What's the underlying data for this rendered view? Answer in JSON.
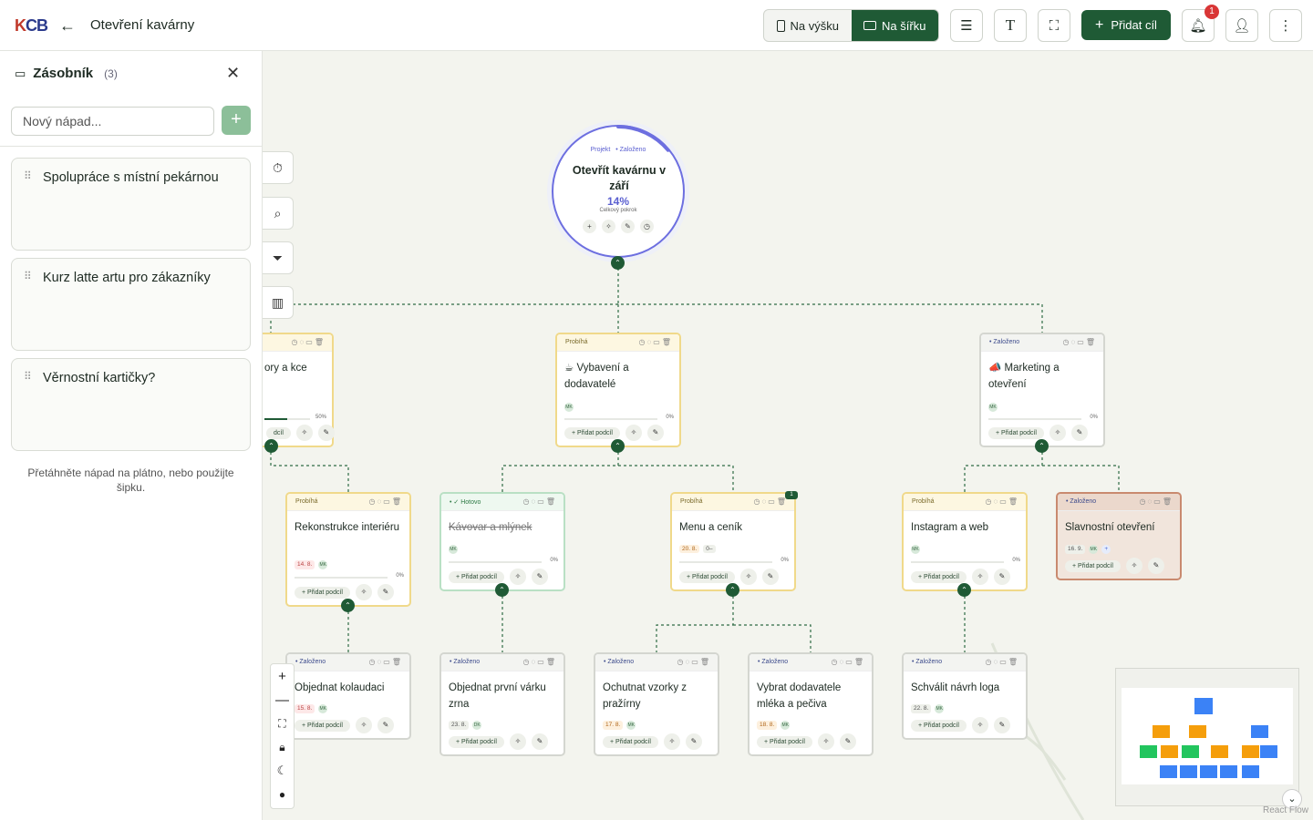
{
  "header": {
    "logo_k": "K",
    "logo_cb": "CB",
    "back_icon": "arrow-left-icon",
    "title": "Otevření kavárny",
    "orientation": {
      "portrait": "Na výšku",
      "landscape": "Na šířku",
      "active": "landscape"
    },
    "add_goal": "Přidat cíl",
    "notifications_count": "1",
    "accent_color": "#1f5a35"
  },
  "sidebar": {
    "title": "Zásobník",
    "count": "(3)",
    "input_placeholder": "Nový nápad...",
    "ideas": [
      "Spolupráce s místní pekárnou",
      "Kurz latte artu pro zákazníky",
      "Věrnostní kartičky?"
    ],
    "hint": "Přetáhněte nápad na plátno, nebo použijte šipku."
  },
  "root": {
    "type_label": "Projekt",
    "status": "Založeno",
    "title": "Otevřít kavárnu v září",
    "progress": "14%",
    "progress_label": "Celkový pokrok",
    "progress_value": 0.14
  },
  "common": {
    "add_subgoal": "Přidat podcíl",
    "status_in_progress": "Probíhá",
    "status_done": "Hotovo",
    "status_planned": "Založeno"
  },
  "goals": {
    "g_left": {
      "title_fragment": "ory a kce",
      "progress": "50%",
      "add": "dcíl"
    },
    "g_equipment": {
      "icon": "☕",
      "title": "Vybavení a dodavatelé",
      "assignee": "MK",
      "progress": "0%"
    },
    "g_marketing": {
      "icon": "📣",
      "title": "Marketing a otevření",
      "assignee": "MK",
      "progress": "0%"
    },
    "g_reconstruction": {
      "title": "Rekonstrukce interiéru",
      "date": "14. 8.",
      "assignee": "MK",
      "progress": "0%"
    },
    "g_coffee": {
      "title": "Kávovar a mlýnek",
      "assignee": "MK",
      "progress": "0%"
    },
    "g_menu": {
      "title": "Menu a ceník",
      "date": "20. 8.",
      "assignee": "0–",
      "progress": "0%",
      "comments": "1"
    },
    "g_instagram": {
      "title": "Instagram a web",
      "assignee": "MK",
      "progress": "0%"
    },
    "g_opening": {
      "title": "Slavnostní otevření",
      "date": "16. 9.",
      "assignee": "MK"
    },
    "g_kolaudace": {
      "title": "Objednat kolaudaci",
      "date": "15. 8.",
      "assignee": "MK"
    },
    "g_beans": {
      "title": "Objednat první várku zrna",
      "date": "23. 8.",
      "assignee": "DK"
    },
    "g_samples": {
      "title": "Ochutnat vzorky z pražírny",
      "date": "17. 8.",
      "assignee": "MK"
    },
    "g_milk": {
      "title": "Vybrat dodavatele mléka a pečiva",
      "date": "18. 8.",
      "assignee": "MK"
    },
    "g_logo": {
      "title": "Schválit návrh loga",
      "date": "22. 8.",
      "assignee": "MK"
    }
  },
  "canvas": {
    "attribution": "React Flow"
  }
}
